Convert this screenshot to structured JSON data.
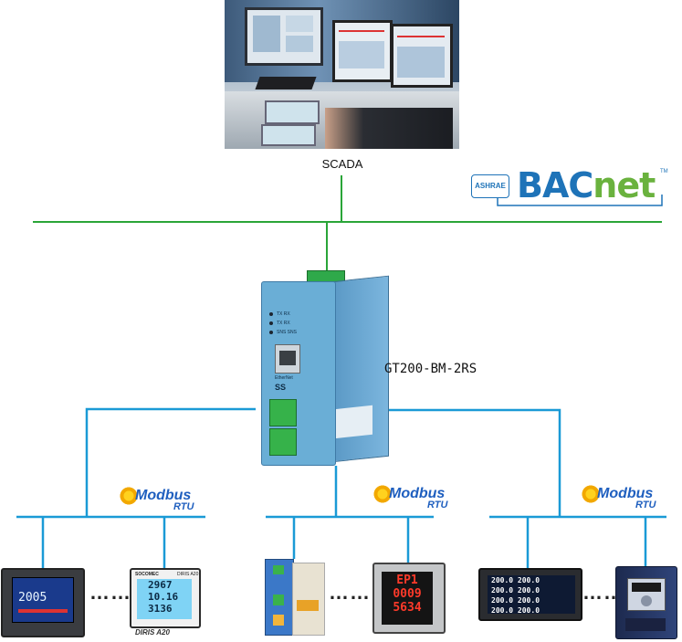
{
  "scada": {
    "label": "SCADA"
  },
  "bacnet": {
    "prefix": "ASHRAE",
    "title_bac": "BAC",
    "title_net": "net",
    "tm": "TM"
  },
  "gateway": {
    "model": "GT200-BM-2RS",
    "face_labels": [
      "TX RX",
      "TX RX",
      "SNS SNS",
      "EtherNet"
    ],
    "brand": "SS"
  },
  "modbus": {
    "word": "Modbus",
    "sub": "RTU"
  },
  "ellipsis": "……",
  "devices": {
    "meter1_reading": "2005",
    "meter2_brand": "SOCOMEC",
    "meter2_model": "DIRIS A20",
    "meter2_lines": [
      "2967",
      "10.16",
      "3136"
    ],
    "meter2_caption": "DIRIS A20",
    "meter4_lines": [
      "EP1",
      "0009",
      "5634"
    ],
    "meter5_value": "200.0"
  },
  "colors": {
    "green_bus": "#2aa538",
    "blue_bus": "#1a9ad6",
    "gateway_body": "#6aaed6",
    "bacnet_blue": "#1e73b8",
    "bacnet_green": "#6ab23e"
  }
}
